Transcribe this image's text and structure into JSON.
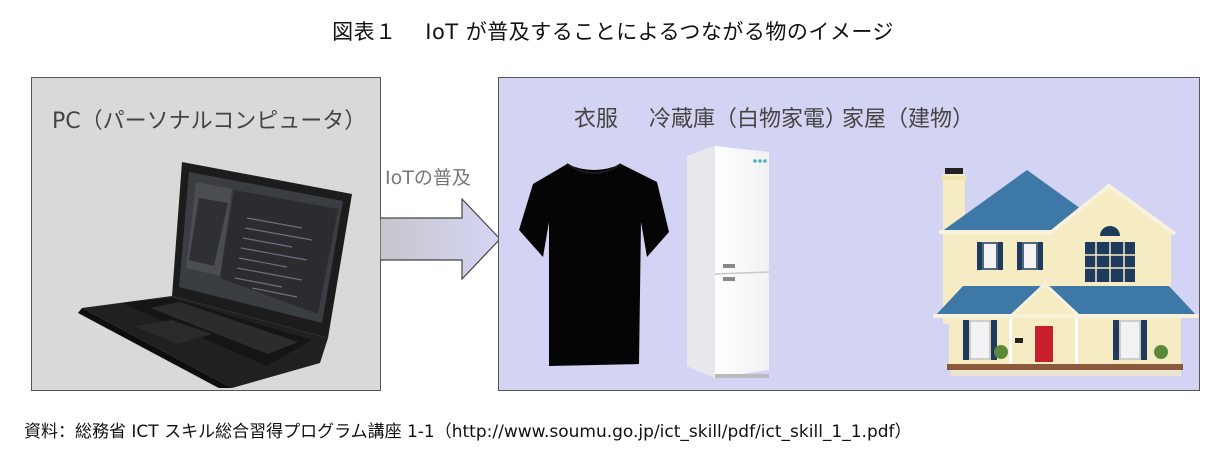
{
  "title": "図表１　 IoT が普及することによるつながる物のイメージ",
  "left_panel": {
    "label": "PC（パーソナルコンピュータ）",
    "illustration": "laptop-icon",
    "background": "#d9d9d9"
  },
  "arrow": {
    "label": "IoTの普及",
    "illustration": "right-arrow-icon"
  },
  "right_panel": {
    "background": "#d3d3f3",
    "items": [
      {
        "label": "衣服",
        "illustration": "tshirt-icon"
      },
      {
        "label": "冷蔵庫（白物家電）",
        "illustration": "refrigerator-icon"
      },
      {
        "label": "家屋（建物）",
        "illustration": "house-icon"
      }
    ]
  },
  "caption": "資料：総務省 ICT スキル総合習得プログラム講座 1-1（http://www.soumu.go.jp/ict_skill/pdf/ict_skill_1_1.pdf）",
  "colors": {
    "roof": "#3e78a6",
    "wall": "#f6ecc4",
    "shutter": "#1e3a5c",
    "door": "#c8202a"
  }
}
